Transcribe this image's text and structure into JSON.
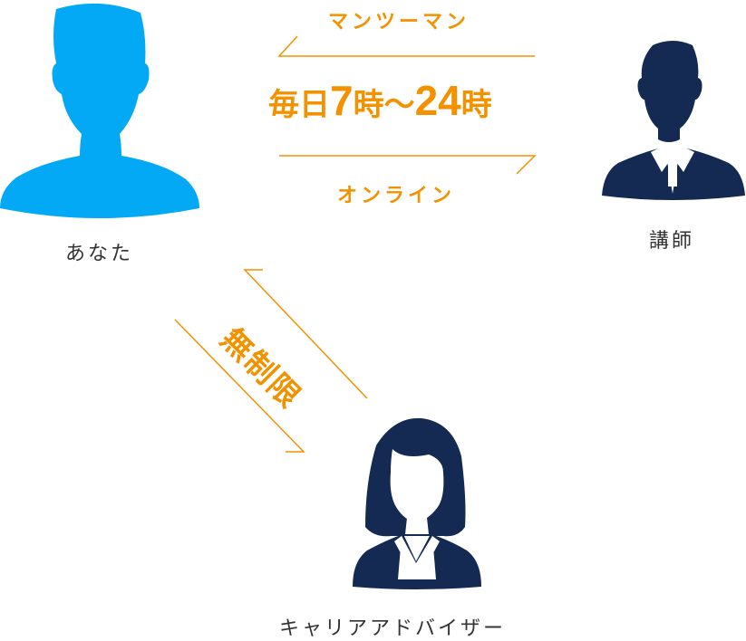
{
  "colors": {
    "you": "#03a9f4",
    "navy": "#142a52",
    "accent": "#f39200",
    "text": "#333333"
  },
  "top_link": {
    "above_label": "マンツーマン",
    "headline": {
      "part1": "毎日",
      "num1": "7",
      "part2": "時",
      "tilde": "〜",
      "num2": "24",
      "part3": "時"
    },
    "below_label": "オンライン"
  },
  "diagonal_link": {
    "label": "無制限"
  },
  "people": {
    "you": {
      "label": "あなた",
      "icon": "person-silhouette-icon"
    },
    "instructor": {
      "label": "講師",
      "icon": "man-in-suit-icon"
    },
    "advisor": {
      "label": "キャリアアドバイザー",
      "icon": "woman-in-suit-icon"
    }
  }
}
